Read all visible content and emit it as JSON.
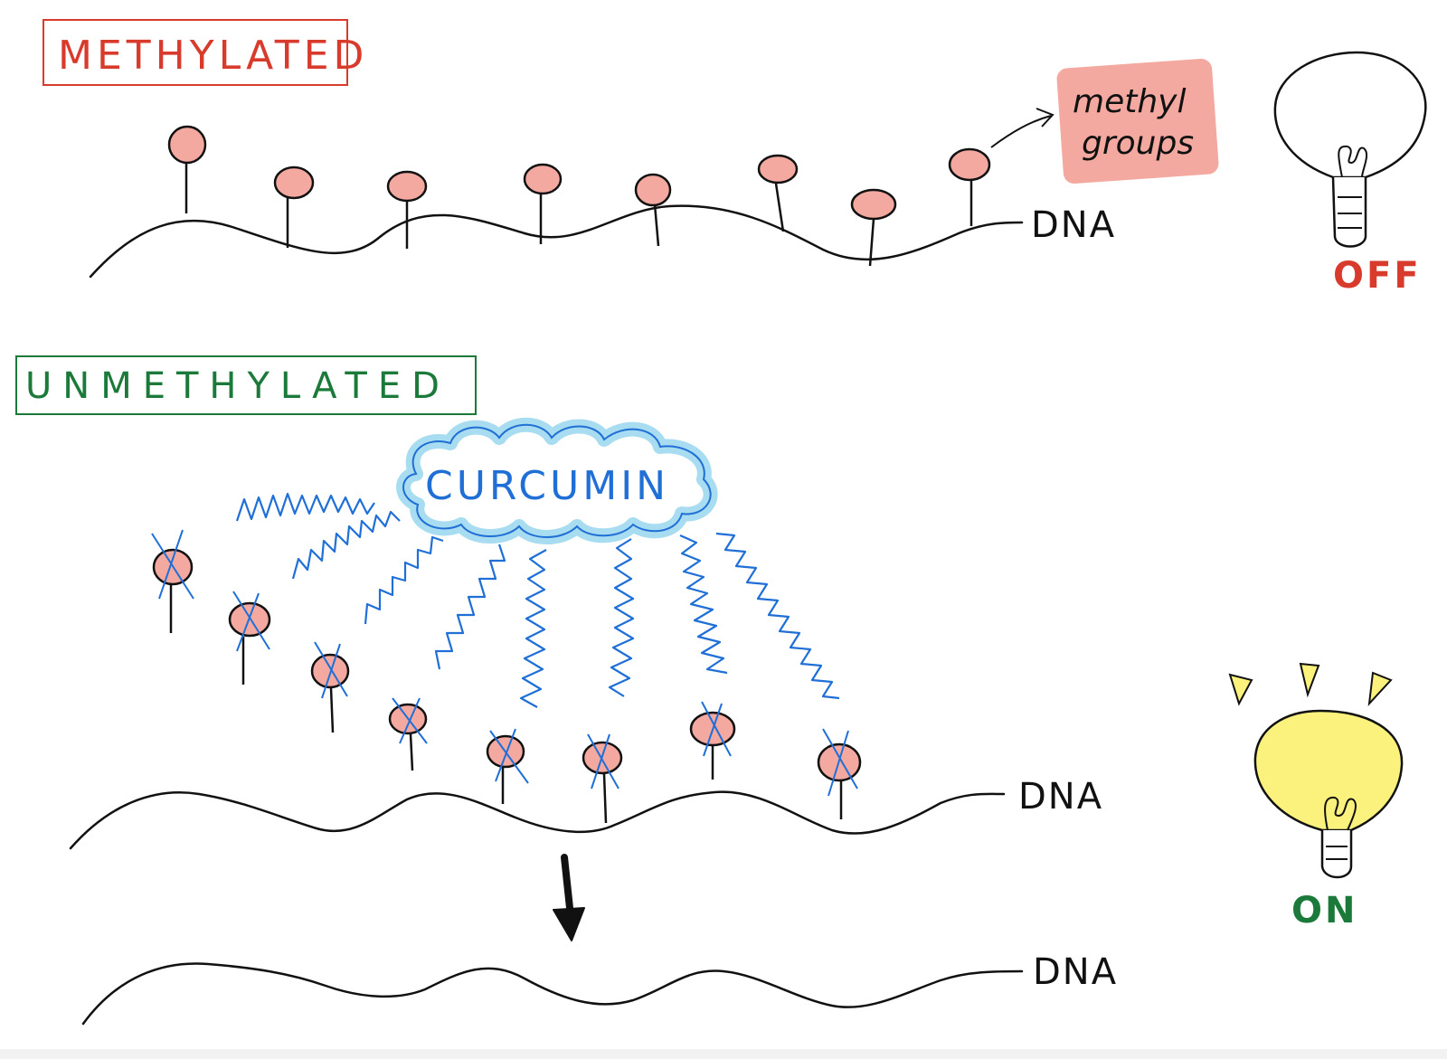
{
  "colors": {
    "methylated": "#d83a2c",
    "unmethylated": "#1b7a3a",
    "methyl_fill": "#f4a9a0",
    "methyl_note_bg": "#f4a9a0",
    "curcumin_blue": "#1f6fd6",
    "curcumin_glow": "#a8dcf0",
    "bulb_on": "#fbf27d",
    "ink": "#111111"
  },
  "methylated_section": {
    "title": "METHYLATED",
    "dna_label": "DNA",
    "methyl_note": [
      "methyl",
      "groups"
    ],
    "state_label": "OFF"
  },
  "unmethylated_section": {
    "title": "UNMETHYLATED",
    "curcumin_label": "CURCUMIN",
    "dna_label": "DNA",
    "result_dna_label": "DNA",
    "state_label": "ON"
  },
  "icons": {
    "bulb_off": "lightbulb-off-icon",
    "bulb_on": "lightbulb-on-icon",
    "arrow": "down-arrow-icon"
  }
}
